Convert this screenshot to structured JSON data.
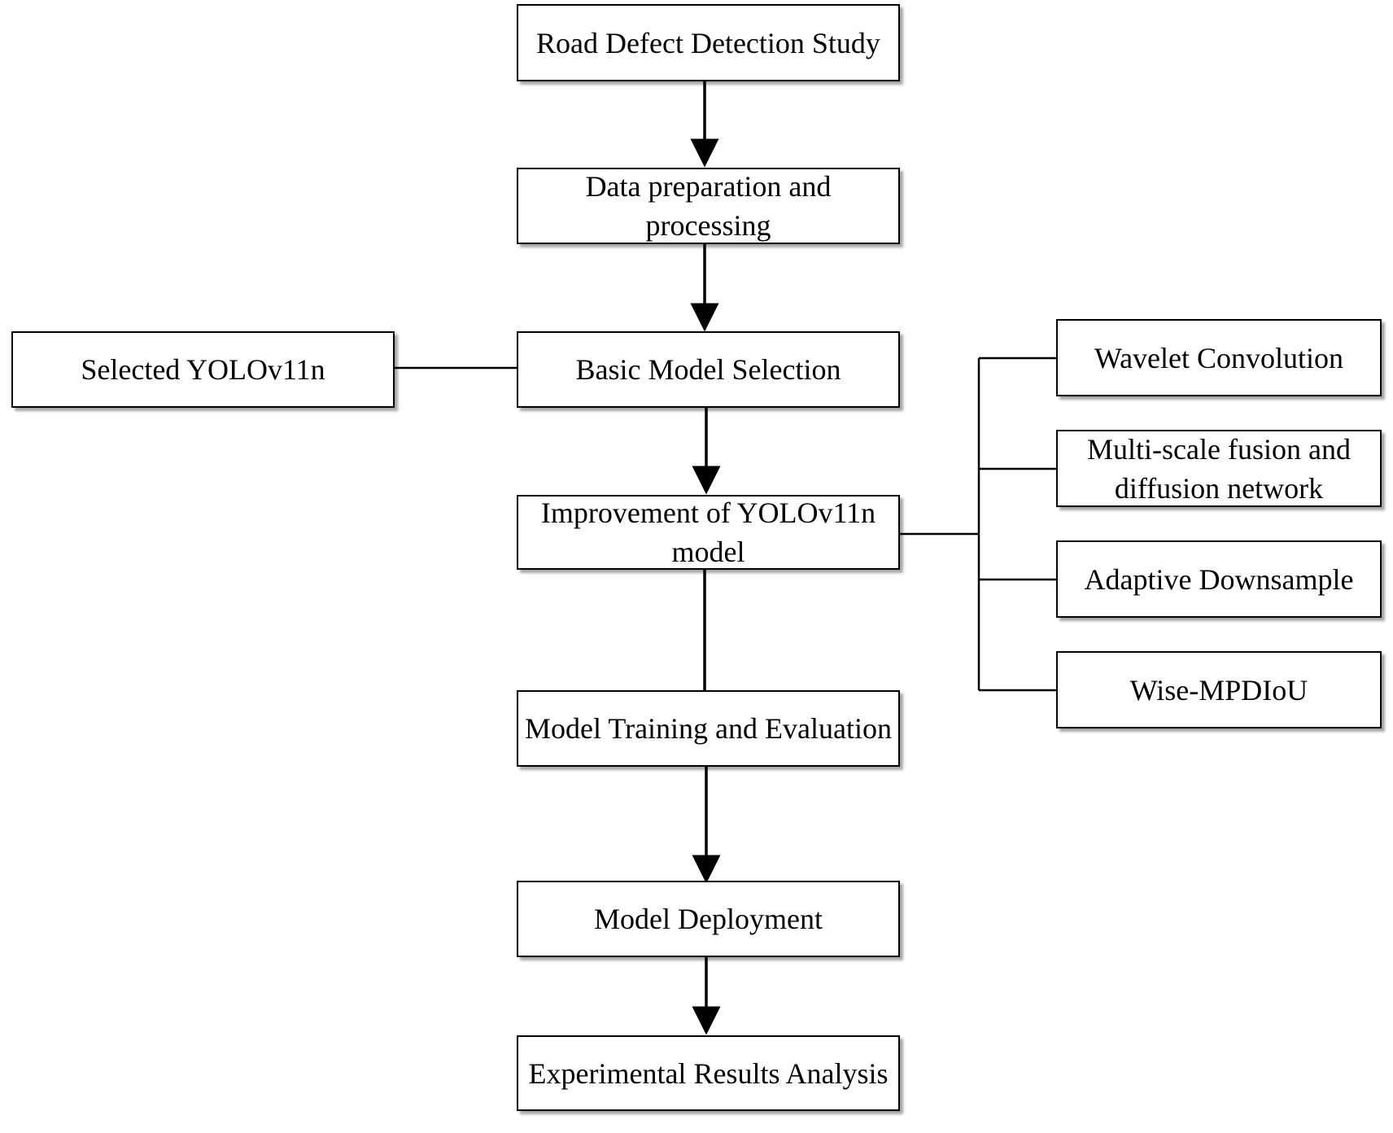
{
  "diagram": {
    "nodes": {
      "road_defect": "Road Defect Detection Study",
      "data_prep": "Data preparation and processing",
      "basic_model": "Basic Model Selection",
      "selected_yolo": "Selected YOLOv11n",
      "improvement": "Improvement of YOLOv11n model",
      "training": "Model Training and Evaluation",
      "deployment": "Model Deployment",
      "results": "Experimental Results Analysis",
      "wavelet": "Wavelet Convolution",
      "multiscale": "Multi-scale fusion and diffusion network",
      "adaptive": "Adaptive Downsample",
      "wise": "Wise-MPDIoU"
    }
  }
}
